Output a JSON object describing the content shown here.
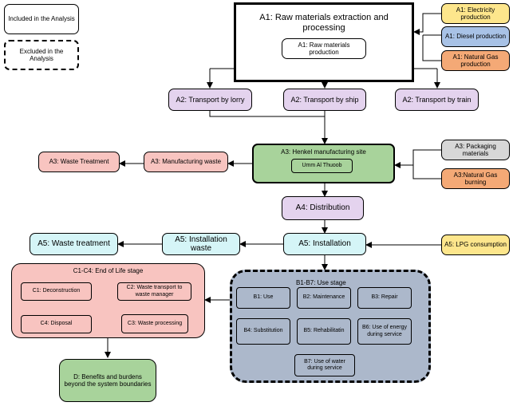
{
  "legend": {
    "included": "Included in the Analysis",
    "excluded": "Excluded in the Analysis"
  },
  "a1": {
    "title": "A1: Raw materials extraction and processing",
    "sub": "A1: Raw materials production",
    "electricity": "A1: Electricity production",
    "diesel": "A1: Diesel production",
    "natural_gas": "A1: Natural Gas production"
  },
  "a2": {
    "lorry": "A2: Transport by lorry",
    "ship": "A2: Transport by ship",
    "train": "A2: Transport by train"
  },
  "a3": {
    "site": "A3: Henkel manufacturing site",
    "site_sub": "Umm Al Thuoob",
    "manufacturing_waste": "A3: Manufacturing waste",
    "waste_treatment": "A3: Waste Treatment",
    "packaging": "A3: Packaging materials",
    "natural_gas": "A3:Natural Gas burning"
  },
  "a4": {
    "distribution": "A4: Distribution"
  },
  "a5": {
    "installation": "A5: Installation",
    "installation_waste": "A5: Installation waste",
    "waste_treatment": "A5: Waste treatment",
    "lpg": "A5: LPG consumption"
  },
  "c": {
    "title": "C1-C4: End of Life stage",
    "c1": "C1: Deconstruction",
    "c2": "C2: Waste transport to waste manager",
    "c4": "C4: Disposal",
    "c3": "C3: Waste processing"
  },
  "d": {
    "label": "D: Benefits and burdens beyond the system boundaries"
  },
  "b": {
    "title": "B1-B7: Use stage",
    "b1": "B1: Use",
    "b2": "B2: Maintenance",
    "b3": "B3: Repair",
    "b4": "B4: Substitution",
    "b5": "B5: Rehabilitatin",
    "b6": "B6: Use of energy during service",
    "b7": "B7: Use of water during service"
  }
}
